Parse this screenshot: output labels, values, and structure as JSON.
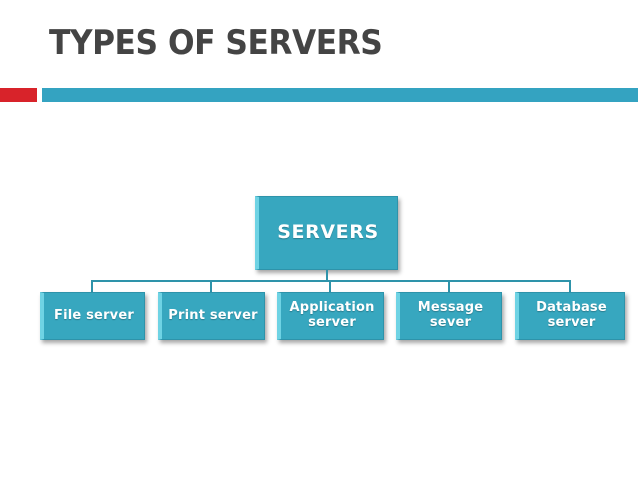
{
  "slide": {
    "title": "TYPES OF SERVERS",
    "background_color": "#FFFFFF",
    "accent_red": "#D8232A",
    "accent_teal": "#34A3C1",
    "title_color": "#444444"
  },
  "chart_data": {
    "type": "diagram",
    "diagram_kind": "org-chart",
    "title": "TYPES OF SERVERS",
    "node_fill_color": "#37A7BF",
    "node_text_color": "#FFFFFF",
    "connector_color": "#2E93AA",
    "root": {
      "label": "SERVERS"
    },
    "children": [
      {
        "label": "File server"
      },
      {
        "label": "Print server"
      },
      {
        "label": "Application server"
      },
      {
        "label": "Message sever"
      },
      {
        "label": "Database server"
      }
    ]
  }
}
